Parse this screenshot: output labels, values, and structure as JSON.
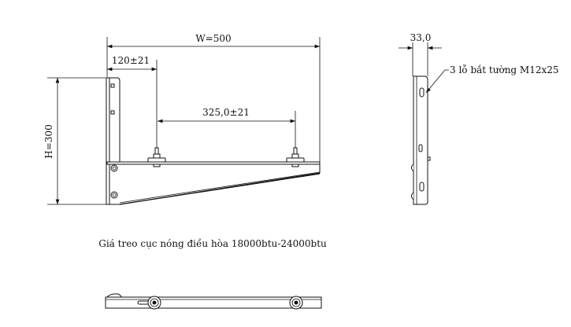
{
  "dimensions": {
    "width": "W=500",
    "height": "H=300",
    "first_bolt_offset": "120±21",
    "bolt_spacing": "325,0±21",
    "thickness": "33,0"
  },
  "annotations": {
    "wall_holes": "3 lỗ bắt tường M12x25"
  },
  "caption": "Giá treo cục nóng điều hòa 18000btu-24000btu",
  "colors": {
    "line": "#111111",
    "background": "#ffffff"
  }
}
